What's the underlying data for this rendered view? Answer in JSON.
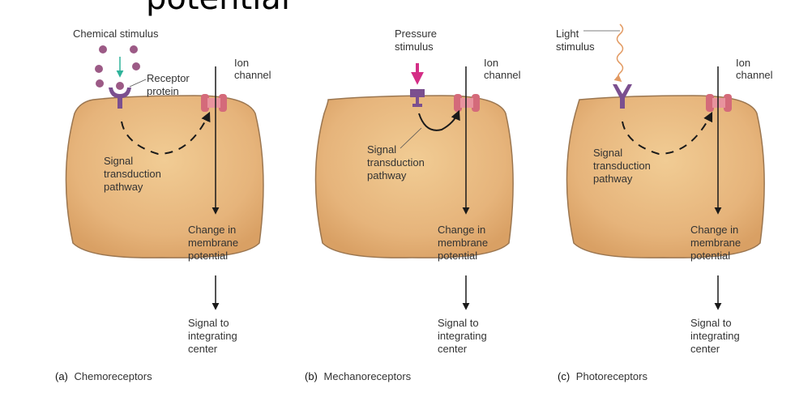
{
  "title_fragment": "potential",
  "panels": {
    "a": {
      "stimulus_label": "Chemical stimulus",
      "receptor_label": [
        "Receptor",
        "protein"
      ],
      "ion_channel_label": [
        "Ion",
        "channel"
      ],
      "pathway_label": [
        "Signal",
        "transduction",
        "pathway"
      ],
      "change_label": [
        "Change in",
        "membrane",
        "potential"
      ],
      "signal_label": [
        "Signal to",
        "integrating",
        "center"
      ],
      "caption_letter": "(a)",
      "caption_text": "Chemoreceptors"
    },
    "b": {
      "stimulus_label": [
        "Pressure",
        "stimulus"
      ],
      "ion_channel_label": [
        "Ion",
        "channel"
      ],
      "pathway_label": [
        "Signal",
        "transduction",
        "pathway"
      ],
      "change_label": [
        "Change in",
        "membrane",
        "potential"
      ],
      "signal_label": [
        "Signal to",
        "integrating",
        "center"
      ],
      "caption_letter": "(b)",
      "caption_text": "Mechanoreceptors"
    },
    "c": {
      "stimulus_label": [
        "Light",
        "stimulus"
      ],
      "ion_channel_label": [
        "Ion",
        "channel"
      ],
      "pathway_label": [
        "Signal",
        "transduction",
        "pathway"
      ],
      "change_label": [
        "Change in",
        "membrane",
        "potential"
      ],
      "signal_label": [
        "Signal to",
        "integrating",
        "center"
      ],
      "caption_letter": "(c)",
      "caption_text": "Photoreceptors"
    }
  },
  "colors": {
    "cell_fill": "#e8b97f",
    "cell_stroke": "#9b7650",
    "receptor": "#7b4f8f",
    "ion_channel": "#d46a7a",
    "molecule": "#9c5a86",
    "chemical_arrow": "#2fb39a",
    "pressure_arrow": "#d42e86",
    "light_wave": "#e29a62"
  },
  "icons": [
    "receptor-protein-icon",
    "ion-channel-icon",
    "molecule-icon",
    "pressure-probe-icon"
  ]
}
